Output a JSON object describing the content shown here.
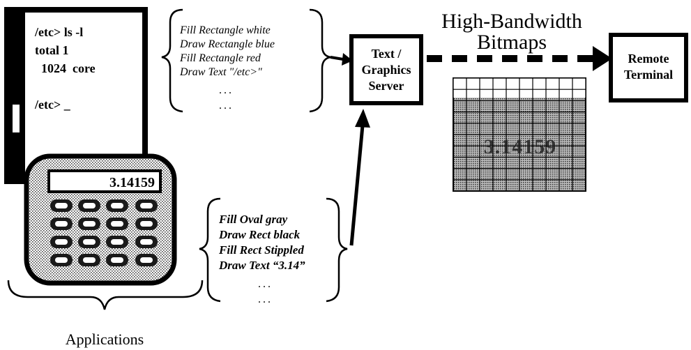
{
  "terminal": {
    "lines": [
      "/etc> ls -l",
      "total 1",
      "  1024  core",
      "",
      "/etc> _"
    ]
  },
  "calculator": {
    "display": "3.14159"
  },
  "commands_top": {
    "lines": [
      "Fill Rectangle white",
      "Draw Rectangle blue",
      "Fill Rectangle red",
      "Draw Text \"/etc>\""
    ],
    "ellipsis": [
      "...",
      "..."
    ]
  },
  "commands_bottom": {
    "lines": [
      "Fill Oval gray",
      "Draw Rect black",
      "Fill Rect Stippled",
      "Draw Text “3.14”"
    ],
    "ellipsis": [
      "...",
      "..."
    ]
  },
  "server": {
    "lines": [
      "Text /",
      "Graphics",
      "Server"
    ]
  },
  "bandwidth": {
    "lines": [
      "High-Bandwidth",
      "Bitmaps"
    ]
  },
  "remote": {
    "lines": [
      "Remote",
      "Terminal"
    ]
  },
  "bitmap": {
    "text": "3.14159"
  },
  "applications": {
    "label": "Applications"
  }
}
